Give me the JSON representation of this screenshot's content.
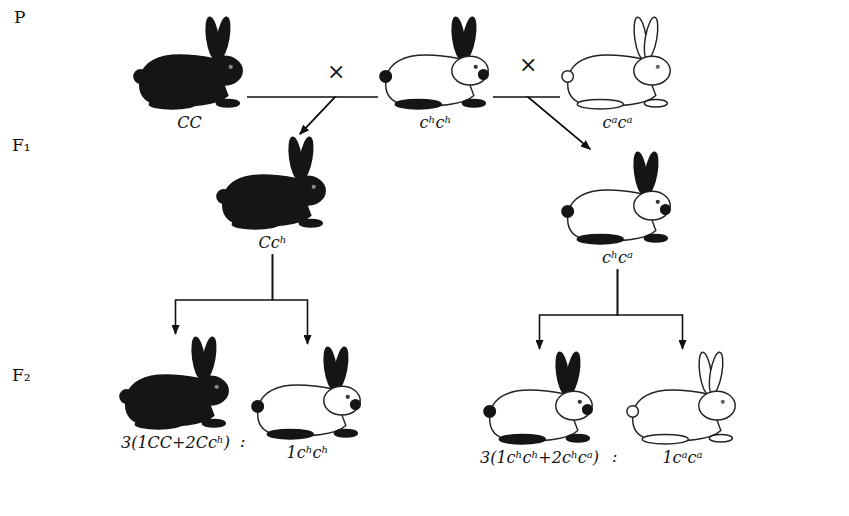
{
  "diagram": {
    "nodes": [
      {
        "text": [
          "CC"
        ]
      },
      {
        "text": [
          "cʰcʰ"
        ]
      },
      {
        "text": [
          "cᵃcᵃ"
        ]
      },
      {
        "text": [
          "Ccʰ"
        ]
      },
      {
        "text": [
          "cʰcᵃ"
        ]
      },
      {
        "text": [
          "3(1CC+2Ccʰ)"
        ]
      },
      {
        "text": [
          "1cʰcʰ"
        ]
      },
      {
        "text": [
          "3(1cʰcʰ+2cʰcᵃ)"
        ]
      },
      {
        "text": [
          "1cᵃcᵃ"
        ]
      }
    ],
    "edges": [
      {
        "from": 0,
        "to": 3,
        "arrow": "to"
      },
      {
        "from": 1,
        "to": 3,
        "arrow": "to"
      },
      {
        "from": 1,
        "to": 4,
        "arrow": "to"
      },
      {
        "from": 2,
        "to": 4,
        "arrow": "to"
      },
      {
        "from": 3,
        "to": 5,
        "arrow": "to"
      },
      {
        "from": 3,
        "to": 6,
        "arrow": "to"
      },
      {
        "from": 4,
        "to": 7,
        "arrow": "to"
      },
      {
        "from": 4,
        "to": 8,
        "arrow": "to"
      }
    ],
    "labels": [
      "P",
      "F₁",
      "F₂",
      "×",
      "×",
      ":",
      ":"
    ]
  }
}
